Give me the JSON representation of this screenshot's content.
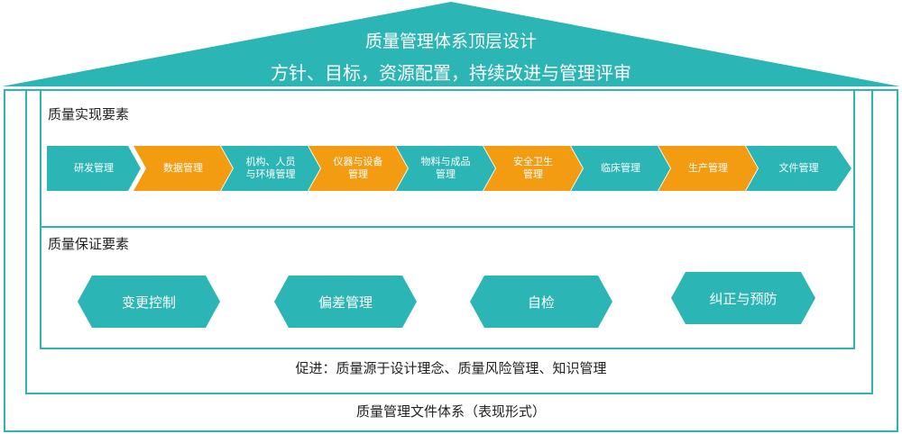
{
  "colors": {
    "teal": "#2cb5b5",
    "orange": "#f39c12"
  },
  "roof": {
    "title": "质量管理体系顶层设计",
    "subtitle": "方针、目标，资源配置，持续改进与管理评审"
  },
  "realization": {
    "label": "质量实现要素",
    "items": [
      {
        "text": "研发管理",
        "color": "teal"
      },
      {
        "text": "数据管理",
        "color": "orange"
      },
      {
        "text": "机构、人员\n与环境管理",
        "color": "teal"
      },
      {
        "text": "仪器与设备\n管理",
        "color": "orange"
      },
      {
        "text": "物料与成品\n管理",
        "color": "teal"
      },
      {
        "text": "安全卫生\n管理",
        "color": "orange"
      },
      {
        "text": "临床管理",
        "color": "teal"
      },
      {
        "text": "生产管理",
        "color": "orange"
      },
      {
        "text": "文件管理",
        "color": "teal"
      }
    ]
  },
  "assurance": {
    "label": "质量保证要素",
    "items": [
      "变更控制",
      "偏差管理",
      "自检",
      "纠正与预防"
    ]
  },
  "promote": "促进：质量源于设计理念、质量风险管理、知识管理",
  "document_system": "质量管理文件体系（表现形式）"
}
